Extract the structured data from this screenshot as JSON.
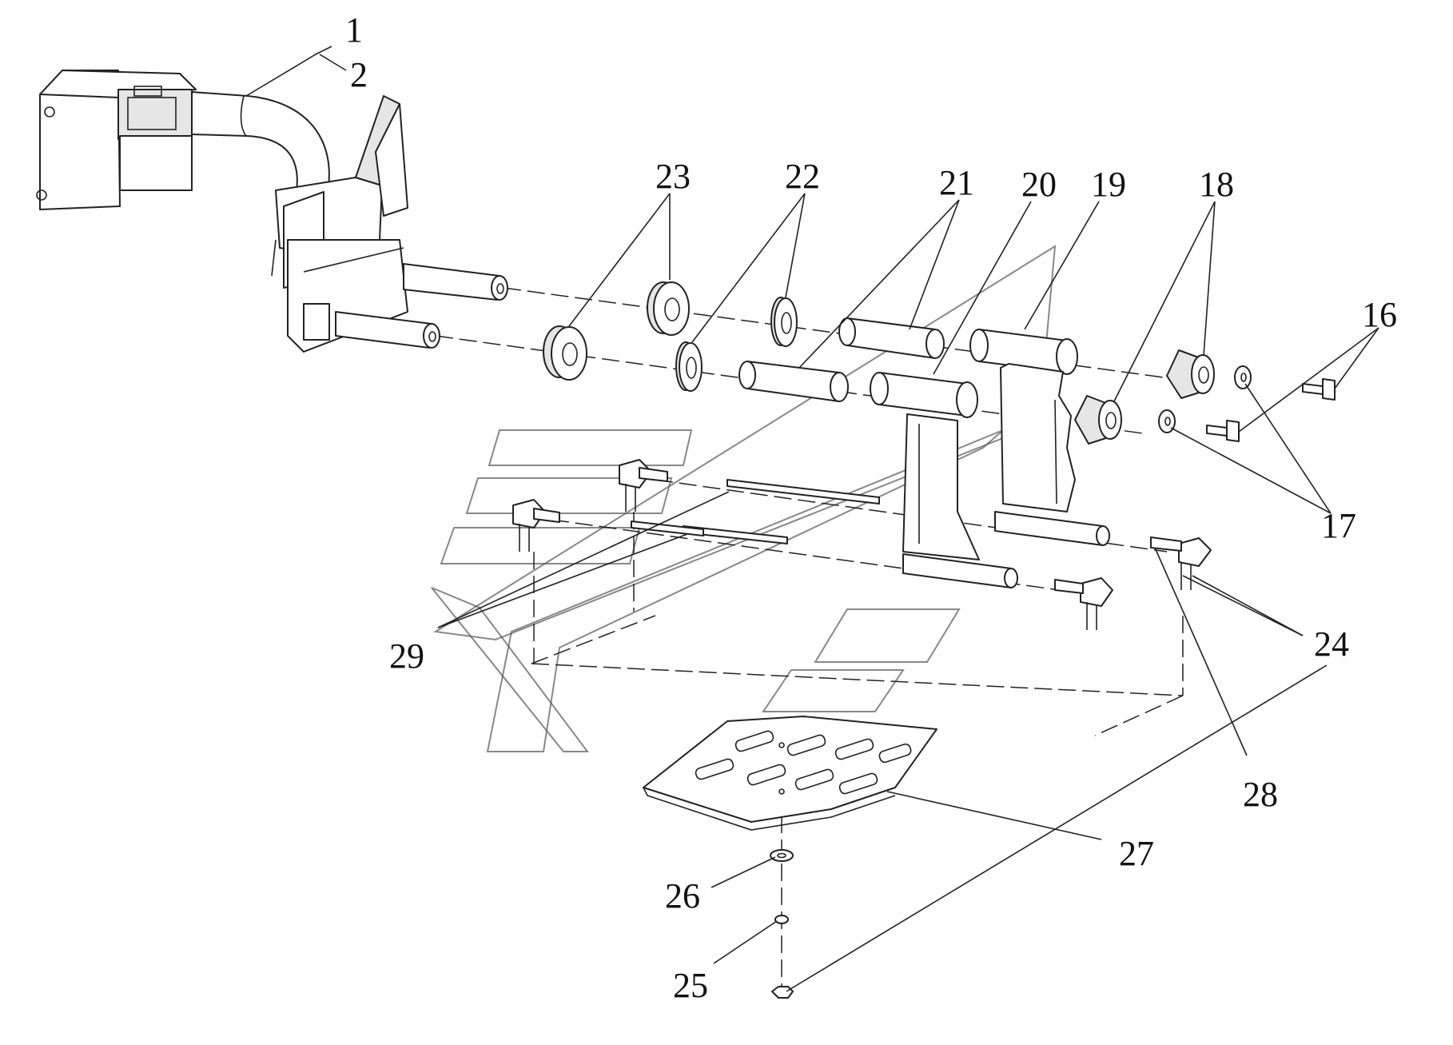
{
  "diagram": {
    "callouts": [
      {
        "id": "1",
        "label": "1"
      },
      {
        "id": "2",
        "label": "2"
      },
      {
        "id": "16",
        "label": "16"
      },
      {
        "id": "17",
        "label": "17"
      },
      {
        "id": "18",
        "label": "18"
      },
      {
        "id": "19",
        "label": "19"
      },
      {
        "id": "20",
        "label": "20"
      },
      {
        "id": "21",
        "label": "21"
      },
      {
        "id": "22",
        "label": "22"
      },
      {
        "id": "23",
        "label": "23"
      },
      {
        "id": "24",
        "label": "24"
      },
      {
        "id": "25",
        "label": "25"
      },
      {
        "id": "26",
        "label": "26"
      },
      {
        "id": "27",
        "label": "27"
      },
      {
        "id": "28",
        "label": "28"
      },
      {
        "id": "29",
        "label": "29"
      }
    ]
  },
  "colors": {
    "line": "#222222",
    "background": "#ffffff",
    "watermark": "#555555"
  }
}
